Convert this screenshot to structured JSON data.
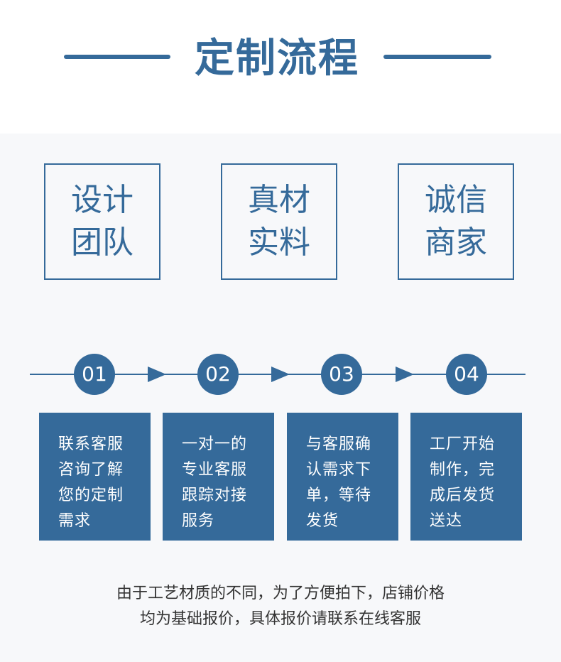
{
  "header": {
    "title": "定制流程"
  },
  "features": [
    {
      "text": "设计\n团队"
    },
    {
      "text": "真材\n实料"
    },
    {
      "text": "诚信\n商家"
    }
  ],
  "steps": [
    {
      "number": "01",
      "text": "联系客服\n咨询了解\n您的定制\n需求"
    },
    {
      "number": "02",
      "text": "一对一的\n专业客服\n跟踪对接\n服务"
    },
    {
      "number": "03",
      "text": "与客服确\n认需求下\n单，等待\n发货"
    },
    {
      "number": "04",
      "text": "工厂开始\n制作，完\n成后发货\n送达"
    }
  ],
  "note": {
    "line1": "由于工艺材质的不同，为了方便拍下，店铺价格",
    "line2": "均为基础报价，具体报价请联系在线客服"
  },
  "colors": {
    "accent": "#356a9a",
    "panel_bg": "#f7f8fa"
  }
}
